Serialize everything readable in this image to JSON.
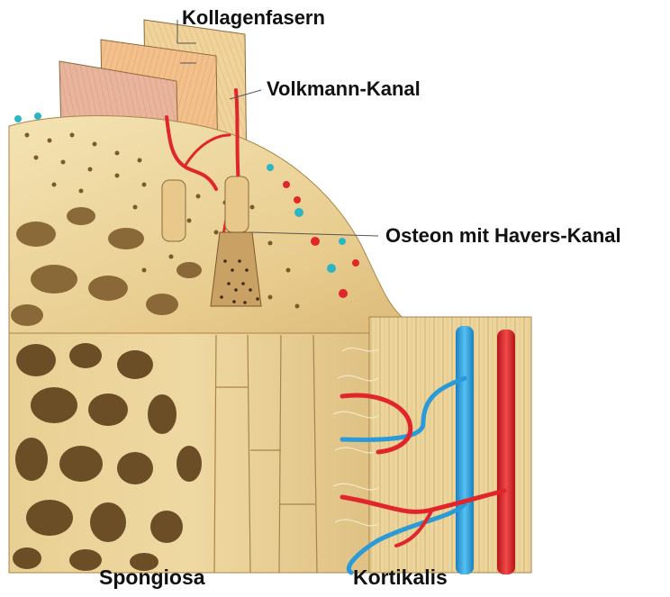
{
  "labels": {
    "collagen_fibers": "Kollagenfasern",
    "volkmann_canal": "Volkmann-Kanal",
    "osteon": "Osteon mit Havers-Kanal",
    "spongiosa": "Spongiosa",
    "cortical": "Kortikalis"
  },
  "colors": {
    "bone_light": "#f1deaa",
    "bone_mid": "#e2c283",
    "bone_dark": "#b08a4a",
    "cavity": "#6b4e26",
    "lamella_pink": "#e9b49c",
    "lamella_orange": "#f3c08c",
    "lamella_tan": "#f0d39a",
    "artery": "#e0262b",
    "vein": "#2a9ad8",
    "osteocyte_teal": "#2bb6c1",
    "leader_line": "#555555"
  }
}
